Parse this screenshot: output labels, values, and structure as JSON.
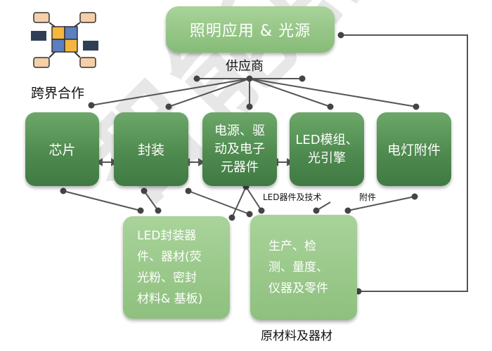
{
  "logo": {
    "caption": "跨界合作"
  },
  "watermark": "智能照明",
  "top": {
    "title": "照明应用 & 光源",
    "supplier_label": "供应商"
  },
  "row": {
    "chip": "芯片",
    "package": "封装",
    "power": "电源、驱\n动及电子\n元器件",
    "module": "LED模组、\n光引擎",
    "accessory": "电灯附件"
  },
  "bottom": {
    "led_pkg": "LED封装器\n件、器材(荧\n光粉、密封\n材料& 基板)",
    "production": "生产、检\n测、量度、\n仪器及零件",
    "caption": "原材料及器材"
  },
  "edge_labels": {
    "led_tech": "LED器件及技术",
    "attachment": "附件"
  },
  "colors": {
    "dark_box": "#4f8a4f",
    "light_box": "#8ec07e",
    "wire": "#555555"
  }
}
